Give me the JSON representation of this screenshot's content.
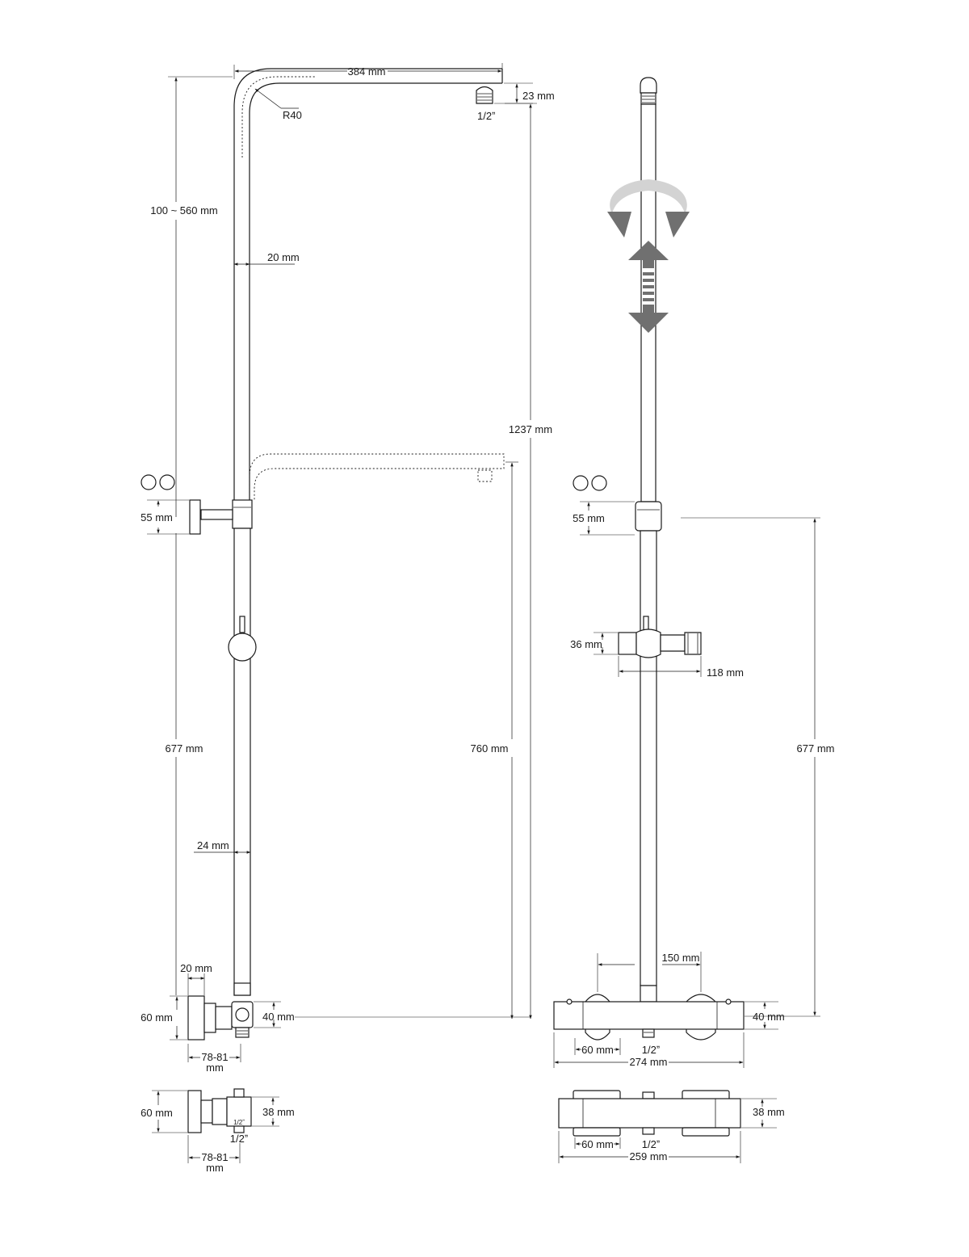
{
  "colors": {
    "ink": "#1a1a1a",
    "arrow": "#707070",
    "arrow_light": "#d3d3d3"
  },
  "side_view": {
    "arm_length": "384 mm",
    "outlet_drop": "23 mm",
    "outlet_thread": "1/2ˮ",
    "bend_radius": "R40",
    "height_adjust": "100 ~ 560 mm",
    "upper_pipe_dia": "20 mm",
    "total_height": "1237 mm",
    "bracket_height": "55 mm",
    "bracket_to_valve": "677 mm",
    "arm_to_valve": "760 mm",
    "lower_pipe_dia": "24 mm",
    "wall_gap": "20 mm",
    "valve_height": "60 mm",
    "valve_body": "40 mm",
    "valve_depth_line1": "78-81",
    "valve_depth_line2": "mm"
  },
  "side_bottom_view": {
    "valve_height": "60 mm",
    "body_height": "38 mm",
    "inner_thread": "1/2ˮ",
    "outlet_thread": "1/2ˮ",
    "depth_line1": "78-81",
    "depth_line2": "mm"
  },
  "front_view": {
    "bracket_height": "55 mm",
    "holder_height": "36 mm",
    "holder_width": "118 mm",
    "bracket_to_valve": "677 mm",
    "centre_offset": "150 mm",
    "valve_body": "40 mm",
    "knob_width": "60 mm",
    "outlet_thread": "1/2ˮ",
    "total_width": "274 mm"
  },
  "front_bottom_view": {
    "body_height": "38 mm",
    "knob_width": "60 mm",
    "outlet_thread": "1/2ˮ",
    "total_width": "259 mm"
  }
}
